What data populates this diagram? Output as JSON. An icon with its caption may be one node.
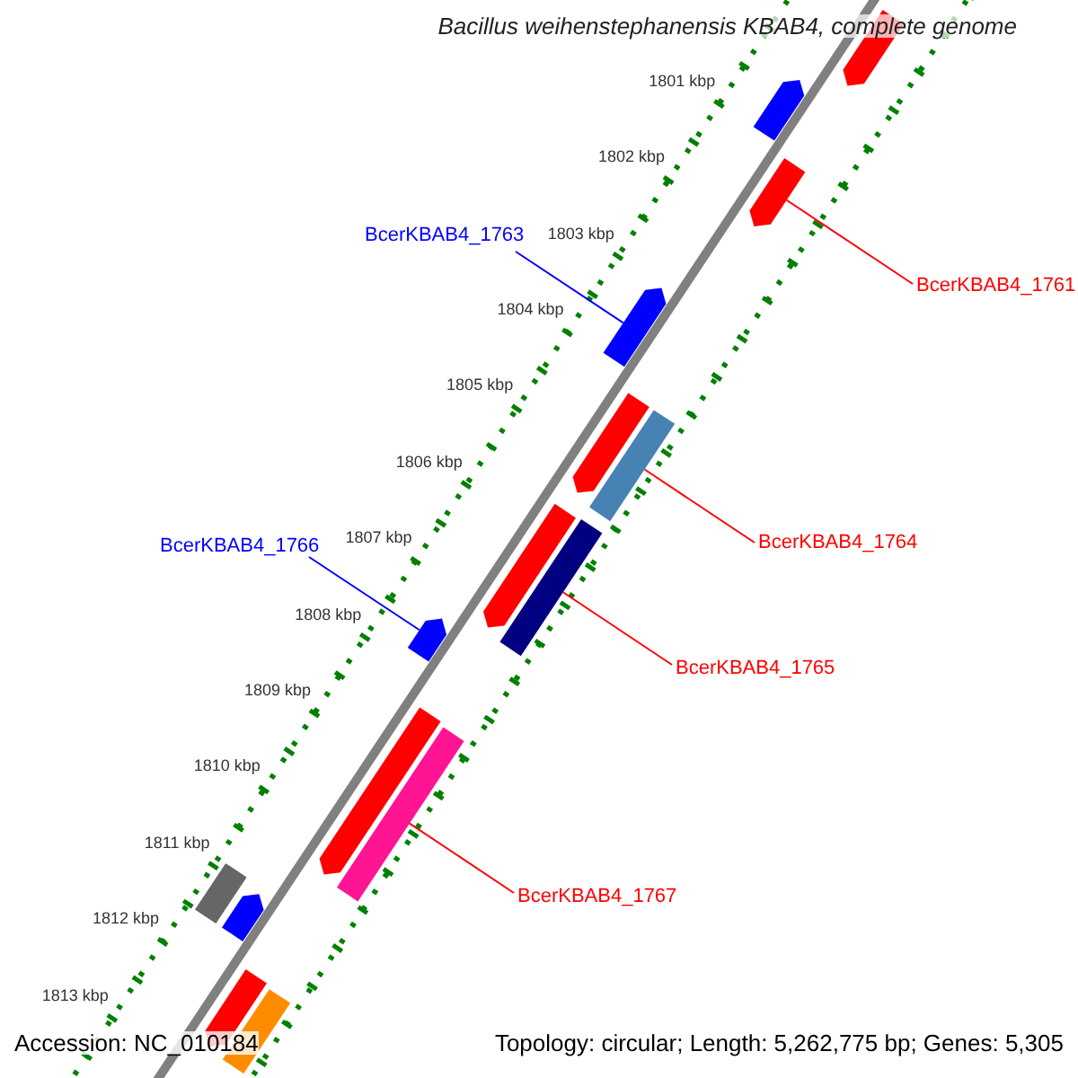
{
  "diagram": {
    "title": "Bacillus weihenstephanensis KBAB4, complete genome",
    "nodes": [
      {
        "text": [
          "BcerKBAB4_1763"
        ]
      },
      {
        "text": [
          "BcerKBAB4_1761"
        ]
      },
      {
        "text": [
          "BcerKBAB4_1764"
        ]
      },
      {
        "text": [
          "BcerKBAB4_1766"
        ]
      },
      {
        "text": [
          "BcerKBAB4_1765"
        ]
      },
      {
        "text": [
          "BcerKBAB4_1767"
        ]
      },
      {
        "text": [],
        "shape": "pentagon"
      },
      {
        "text": [],
        "shape": "pentagon"
      },
      {
        "text": [],
        "shape": "pentagon"
      },
      {
        "text": [],
        "shape": "pentagon"
      },
      {
        "text": [],
        "shape": "pentagon"
      },
      {
        "text": [],
        "shape": "box"
      },
      {
        "text": [],
        "shape": "pentagon"
      },
      {
        "text": [],
        "shape": "box"
      },
      {
        "text": [],
        "shape": "pentagon"
      },
      {
        "text": [],
        "shape": "pentagon"
      },
      {
        "text": [],
        "shape": "box"
      },
      {
        "text": [],
        "shape": "box"
      },
      {
        "text": [],
        "shape": "pentagon"
      },
      {
        "text": [],
        "shape": "pentagon"
      },
      {
        "text": [],
        "shape": "box"
      }
    ],
    "edges": [
      {
        "from": 0,
        "to": 9,
        "arrow": "none",
        "color": "#0000ff"
      },
      {
        "from": 1,
        "to": 8,
        "arrow": "none"
      },
      {
        "from": 2,
        "to": 11,
        "arrow": "none"
      },
      {
        "from": 3,
        "to": 14,
        "arrow": "none",
        "color": "#0000ff"
      },
      {
        "from": 4,
        "to": 13,
        "arrow": "none"
      },
      {
        "from": 5,
        "to": 16,
        "arrow": "none"
      }
    ],
    "labels": [
      "1801 kbp",
      "1802 kbp",
      "1803 kbp",
      "1804 kbp",
      "1805 kbp",
      "1806 kbp",
      "1807 kbp",
      "1808 kbp",
      "1809 kbp",
      "1810 kbp",
      "1811 kbp",
      "1812 kbp",
      "1813 kbp",
      "Accession: NC_010184",
      "Topology: circular; Length: 5,262,775 bp; Genes: 5,305"
    ]
  }
}
